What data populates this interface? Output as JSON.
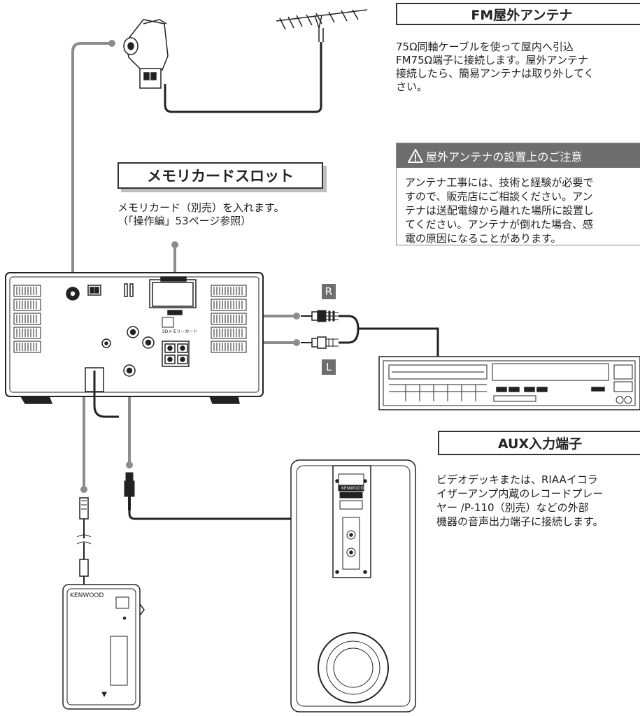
{
  "fm_antenna": {
    "heading": "FM屋外アンテナ",
    "description": "75Ω同軸ケーブルを使って屋内へ引込\nFM75Ω端子に接続します。屋外アンテナ\n接続したら、簡易アンテナは取り外してく\nさい。"
  },
  "caution": {
    "heading": "屋外アンテナの設置上のご注意",
    "icon": "warning-icon",
    "body": "アンテナ工事には、技術と経験が必要で\nすので、販売店にご相談ください。アン\nテナは送配電線から離れた場所に設置し\nてください。アンテナが倒れた場合、感\n電の原因になることがあります。"
  },
  "memory_card": {
    "heading": "メモリカードスロット",
    "description": "メモリカード（別売）を入れます。\n（「操作編」53ページ参照）"
  },
  "aux": {
    "heading": "AUX入力端子",
    "description": "ビデオデッキまたは、RIAAイコラ\nイザーアンプ内蔵のレコードプレー\nヤー /P-110（別売）などの外部\n機器の音声出力端子に接続します。"
  },
  "channels": {
    "right": "R",
    "left": "L"
  },
  "device_labels": {
    "sd_slot": "SDメモリーカード",
    "brand_player": "KENWOOD",
    "brand_speaker": "KENWOOD"
  },
  "colors": {
    "line": "#8c8c8c",
    "ink": "#222222",
    "label_bg": "#6e6e6e",
    "shadow": "#bdbdbd"
  }
}
